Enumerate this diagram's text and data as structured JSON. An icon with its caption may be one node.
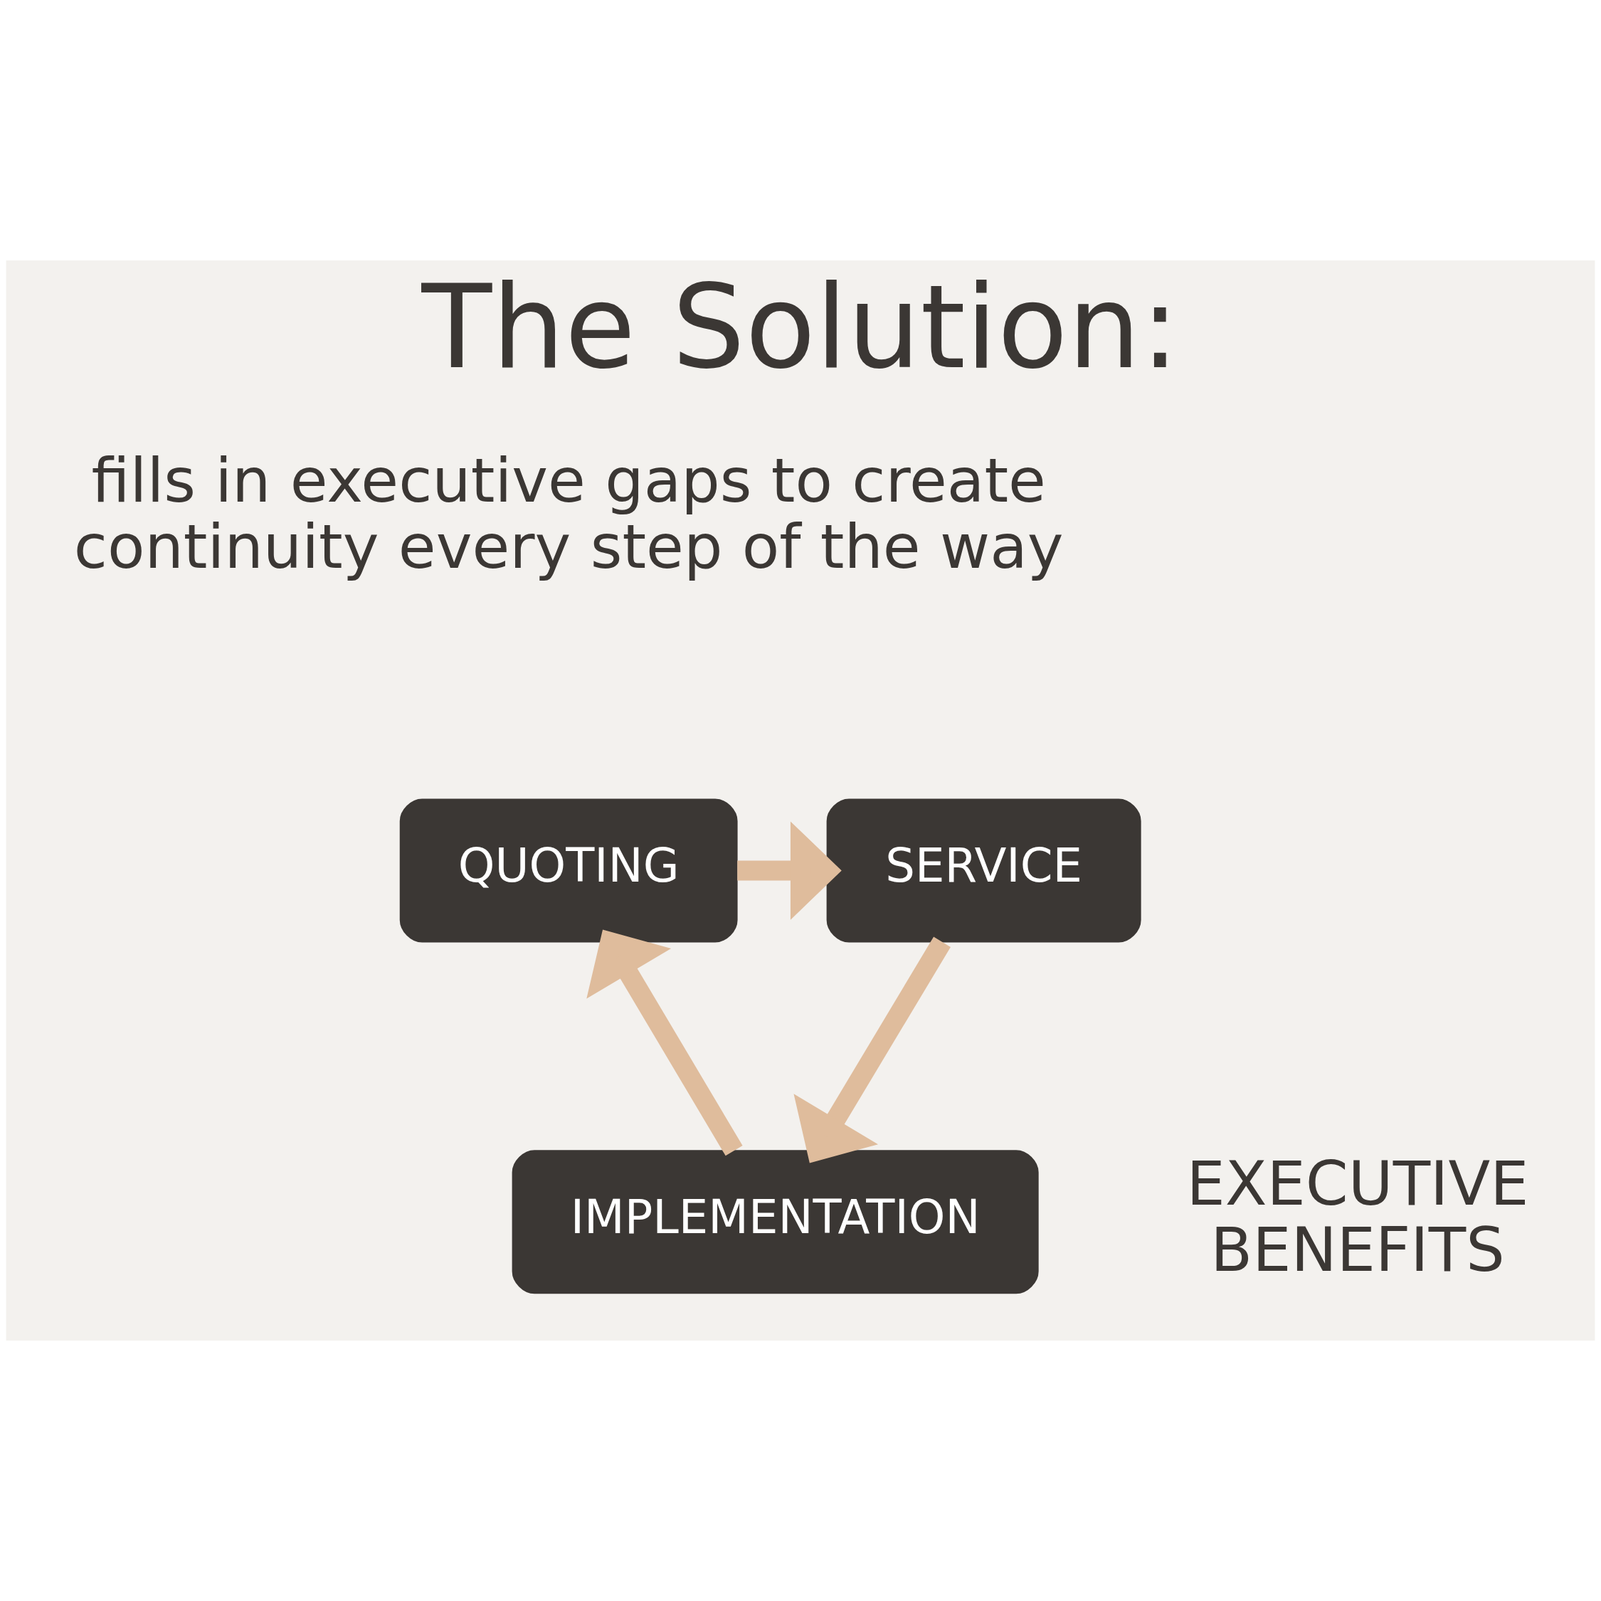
{
  "diagram": {
    "title": "The Solution:",
    "nodes": [
      {
        "text": [
          "QUOTING"
        ]
      },
      {
        "text": [
          "SERVICE"
        ]
      },
      {
        "text": [
          "IMPLEMENTATION"
        ]
      }
    ],
    "edges": [
      {
        "from": 0,
        "to": 1,
        "arrow": "to"
      },
      {
        "from": 1,
        "to": 2,
        "arrow": "to"
      },
      {
        "from": 2,
        "to": 0,
        "arrow": "to"
      }
    ],
    "labels": [
      "fills in executive gaps to create continuity every step of the way",
      "EXECUTIVE BENEFITS"
    ]
  }
}
